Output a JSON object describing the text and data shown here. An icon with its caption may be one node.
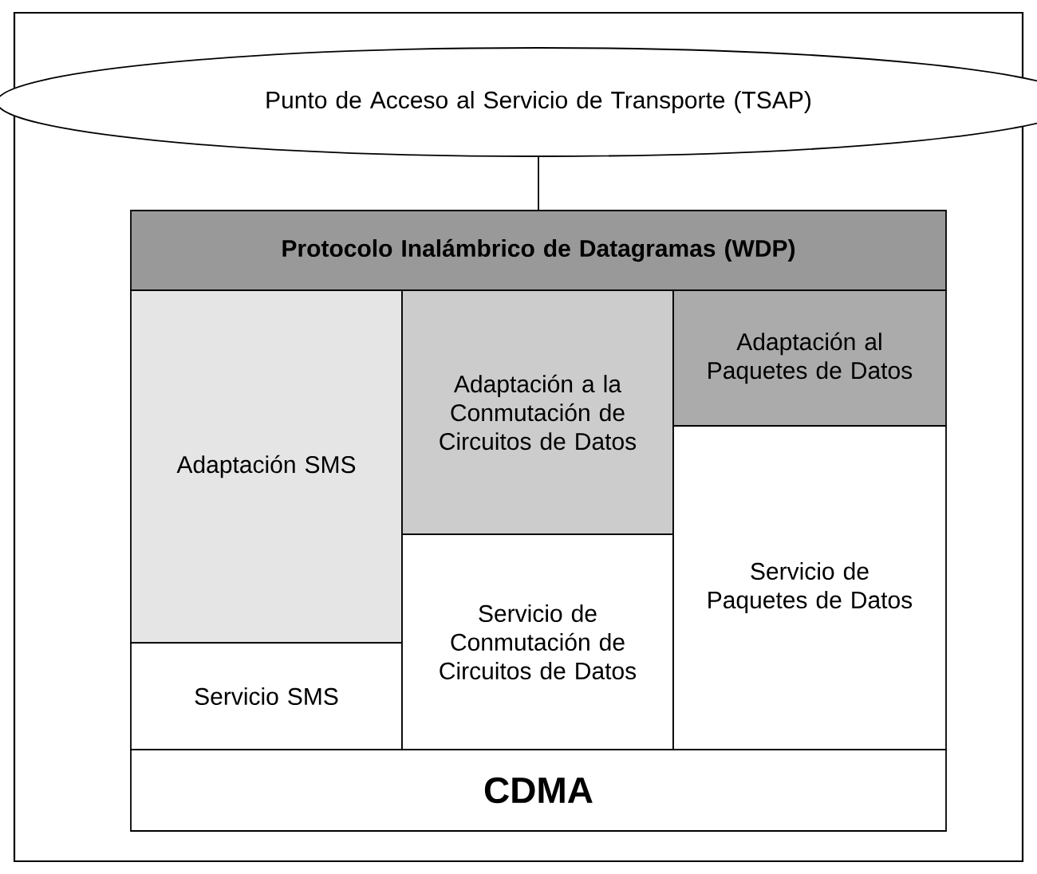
{
  "diagram": {
    "nodes": [
      {
        "text": [
          "Punto de Acceso al Servicio de Transporte (TSAP)"
        ]
      },
      {
        "text": [
          "Protocolo Inalámbrico de Datagramas (WDP)"
        ]
      },
      {
        "text": [
          "Adaptación SMS"
        ]
      },
      {
        "text": [
          "Servicio SMS"
        ]
      },
      {
        "text": [
          "Adaptación a la Conmutación de Circuitos de Datos"
        ]
      },
      {
        "text": [
          "Servicio de Conmutación de Circuitos de Datos"
        ]
      },
      {
        "text": [
          "Adaptación al Paquetes de Datos"
        ]
      },
      {
        "text": [
          "Servicio de Paquetes de Datos"
        ]
      },
      {
        "text": [
          "CDMA"
        ]
      }
    ],
    "edges": [
      {
        "from": 0,
        "to": 1,
        "arrow": "none"
      }
    ]
  }
}
